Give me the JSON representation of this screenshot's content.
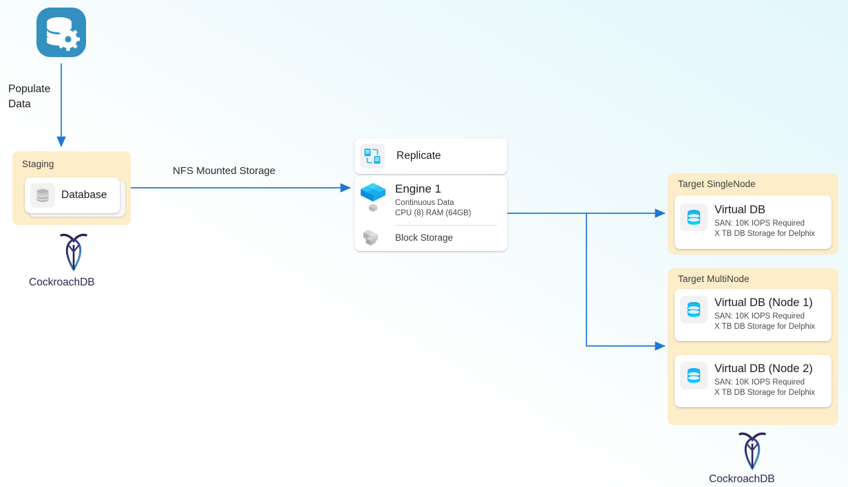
{
  "diagram": {
    "background_top_right": "#e3f7fb",
    "background_bottom_left": "#ffffff",
    "accent_arrow_color": "#1f78d1",
    "group_fill": "#fdedc9",
    "card_fill": "#ffffff"
  },
  "source": {
    "icon": "database-gear-icon",
    "icon_color": "#3390c0",
    "edge_label_line1": "Populate",
    "edge_label_line2": "Data"
  },
  "staging": {
    "label": "Staging",
    "database_card": {
      "icon": "database-cylinder-icon",
      "label": "Database"
    },
    "brand": {
      "icon": "cockroachdb-logo",
      "label": "CockroachDB"
    }
  },
  "edges": {
    "nfs_label": "NFS Mounted Storage"
  },
  "engine_stack": {
    "replicate": {
      "icon": "replicate-icon",
      "label": "Replicate"
    },
    "engine": {
      "icon": "engine-cubes-icon",
      "title": "Engine 1",
      "sub_line1": "Continuous Data",
      "sub_line2": "CPU (8) RAM (64GB)"
    },
    "block_storage": {
      "icon": "block-storage-icon",
      "label": "Block Storage"
    }
  },
  "targets": [
    {
      "group_label": "Target SingleNode",
      "nodes": [
        {
          "icon": "virtual-db-icon",
          "title": "Virtual DB",
          "sub_line1": "SAN: 10K IOPS Required",
          "sub_line2": "X TB DB Storage for Delphix"
        }
      ]
    },
    {
      "group_label": "Target MultiNode",
      "nodes": [
        {
          "icon": "virtual-db-icon",
          "title": "Virtual DB (Node 1)",
          "sub_line1": "SAN: 10K IOPS Required",
          "sub_line2": "X TB DB Storage for Delphix"
        },
        {
          "icon": "virtual-db-icon",
          "title": "Virtual DB (Node 2)",
          "sub_line1": "SAN: 10K IOPS Required",
          "sub_line2": "X TB DB Storage for Delphix"
        }
      ]
    }
  ],
  "target_brand": {
    "icon": "cockroachdb-logo",
    "label": "CockroachDB"
  }
}
